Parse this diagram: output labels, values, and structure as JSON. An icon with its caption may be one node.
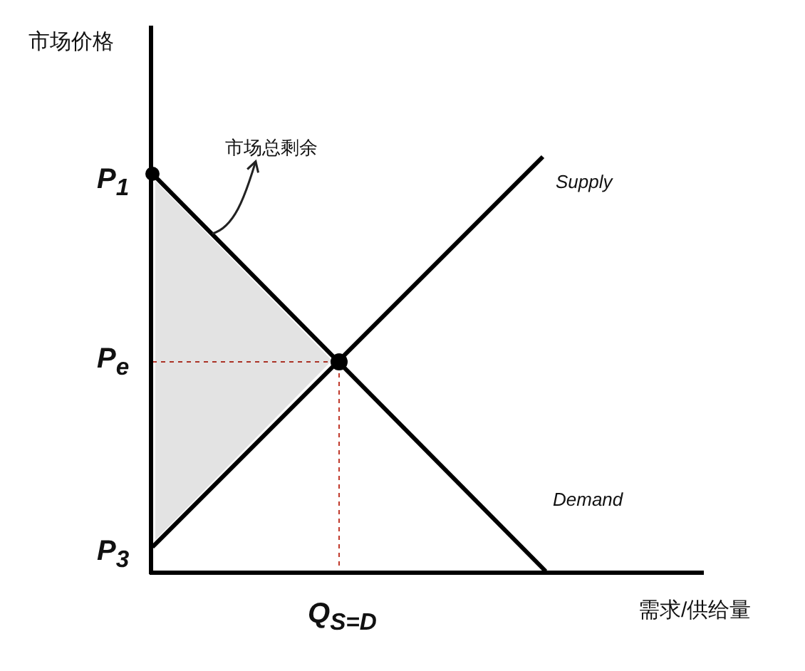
{
  "diagram": {
    "nodes": [
      {
        "text": [
          "市场总剩余"
        ]
      },
      {
        "text": [],
        "shape": "triangle"
      }
    ],
    "edges": [
      {
        "from": 1,
        "to": 0,
        "arrow": "to"
      }
    ],
    "labels": [
      "市场价格",
      "P$_{1}$",
      "Supply",
      "P$_{e}$",
      "Demand",
      "P$_{3}$",
      "Q$_{S=D}$",
      "需求/供给量"
    ]
  }
}
